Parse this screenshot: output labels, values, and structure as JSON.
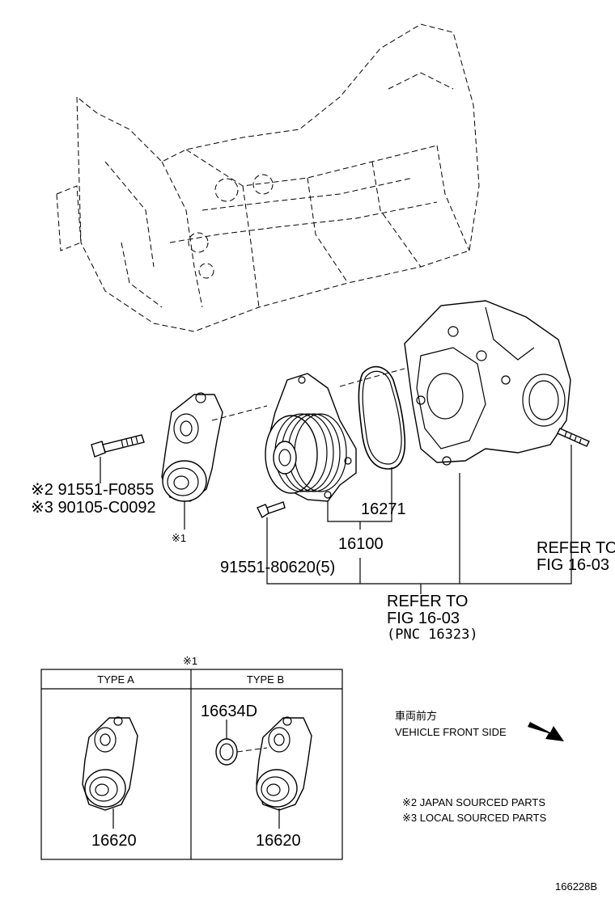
{
  "labels": {
    "bolt_code_japan": "※2 91551-F0855",
    "bolt_code_local": "※3 90105-C0092",
    "tensioner_note": "※1",
    "pump_bolt": "91551-80620(5)",
    "gasket": "16271",
    "water_pump": "16100",
    "refer_right_line1": "REFER TO",
    "refer_right_line2": "FIG 16-03",
    "refer_center_line1": "REFER TO",
    "refer_center_line2": "FIG 16-03",
    "refer_center_line3": "(PNC 16323)",
    "table_note": "※1",
    "type_a": "TYPE A",
    "type_b": "TYPE B",
    "type_a_part": "16620",
    "type_b_part": "16620",
    "type_b_extra": "16634D",
    "front_side_jp": "車両前方",
    "front_side_en": "VEHICLE FRONT SIDE",
    "legend_japan": "※2  JAPAN SOURCED PARTS",
    "legend_local": "※3  LOCAL SOURCED PARTS",
    "figure_id": "166228B"
  },
  "icons": {
    "front_arrow": "arrow-down-right-icon"
  }
}
